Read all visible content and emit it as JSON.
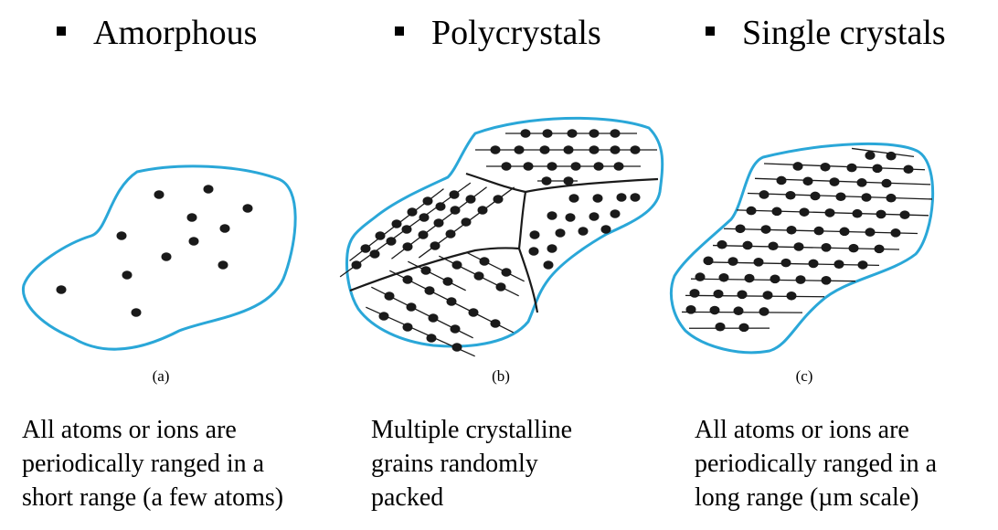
{
  "headings": {
    "amorphous": "Amorphous",
    "polycrystals": "Polycrystals",
    "single_crystals": "Single crystals"
  },
  "panel_labels": {
    "a": "(a)",
    "b": "(b)",
    "c": "(c)"
  },
  "captions": {
    "amorphous": "All atoms or ions are\nperiodically ranged in a\nshort range (a few atoms)",
    "polycrystals": "Multiple crystalline\ngrains randomly\npacked",
    "single_crystals": "All atoms or ions are\nperiodically ranged in a\nlong range (µm scale)"
  },
  "colors": {
    "outline": "#2aa7d8",
    "atom": "#1a1a1a",
    "grain_boundary": "#1a1a1a"
  }
}
